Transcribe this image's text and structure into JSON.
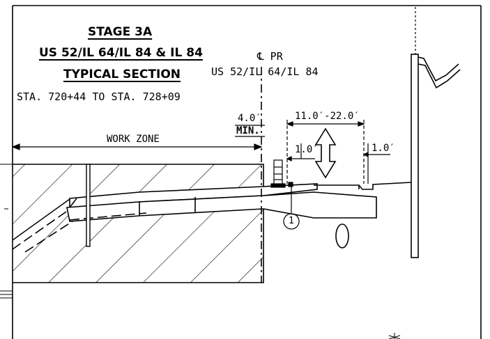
{
  "title": {
    "stage": "STAGE 3A",
    "route": "US 52/IL 64/IL 84 & IL 84",
    "section": "TYPICAL SECTION",
    "station_range": "STA. 720+44 TO STA. 728+09"
  },
  "centerline": {
    "symbol": "℄",
    "label": "PR",
    "route": "US 52/IL 64/IL 84"
  },
  "dimensions": {
    "min_offset_value": "4.0′",
    "min_offset_note": "MIN.",
    "lane_width": "11.0′-22.0′",
    "left_offset": "1.0′",
    "right_offset": "1.0′"
  },
  "work_zone_label": "WORK ZONE",
  "callout_number": "1",
  "colors": {
    "line": "#000000",
    "background": "#ffffff"
  }
}
